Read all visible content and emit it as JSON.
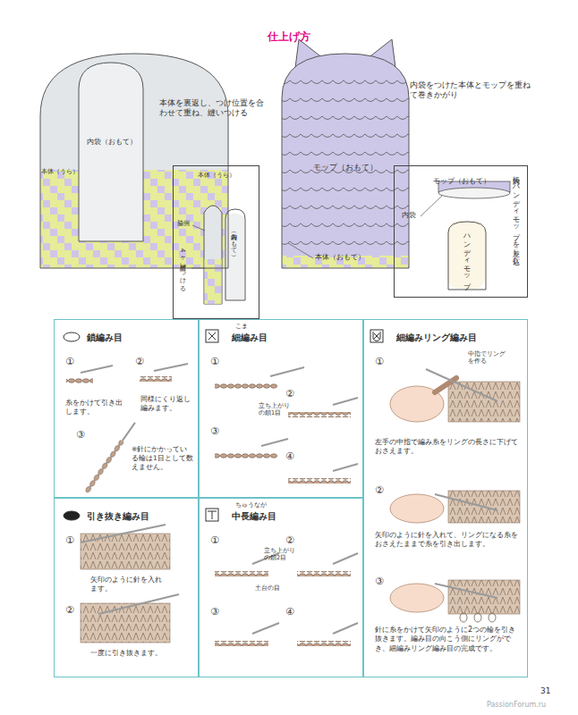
{
  "diagram": {
    "title": "仕上げ方",
    "nodes": [
      {
        "text": [
          "本体（うら）"
        ]
      },
      {
        "text": [
          "内袋（おもて）"
        ],
        "in": 0
      },
      {
        "text": [
          "本体（うら）",
          "脇側",
          "4ヶ所縫いつける"
        ]
      },
      {
        "text": [
          "内袋（おもて）"
        ],
        "in": 2
      },
      {
        "text": [
          "モップ（おもて）"
        ]
      },
      {
        "text": [
          "モップ（おもて）",
          "内袋",
          "内袋にハンディモップを差し込む"
        ]
      },
      {
        "text": [
          "ハンディモップ"
        ],
        "in": 5
      },
      {
        "text": [
          "鎖編み目",
          "①",
          "糸をかけて引き出します。",
          "②",
          "同様にくり返し編みます。",
          "③",
          "※針にかかっている輪は1目として数えません。"
        ]
      },
      {
        "text": [
          "こま",
          "細編み目",
          "①",
          "立ち上がりの鎖1目",
          "②",
          "③",
          "④"
        ]
      },
      {
        "text": [
          "細編みリング編み目",
          "中指でリングを作る",
          "①",
          "左手の中指で編み糸をリングの長さに下げておさえます。",
          "②",
          "矢印のように針を入れて、リングになる糸をおさえたままで糸を引き出します。",
          "③",
          "針に糸をかけて矢印のように2つの輪を引き抜きます。編み目の向こう側にリングができ、細編みリング編み目の完成です。"
        ]
      },
      {
        "text": [
          "引き抜き編み目",
          "①",
          "矢印のように針を入れます。",
          "②",
          "一度に引き抜きます。"
        ]
      },
      {
        "text": [
          "ちゅうなが",
          "中長編み目",
          "①",
          "立ち上がりの鎖2目",
          "土台の目",
          "②",
          "③",
          "④"
        ]
      }
    ],
    "labels": [
      "本体を裏返し、つけ位置を合わせて重ね、縫いつける",
      "内袋をつけた本体とモップを重ねて巻きかがり",
      "本体（おもて）",
      "31",
      "PassionForum.ru"
    ]
  }
}
